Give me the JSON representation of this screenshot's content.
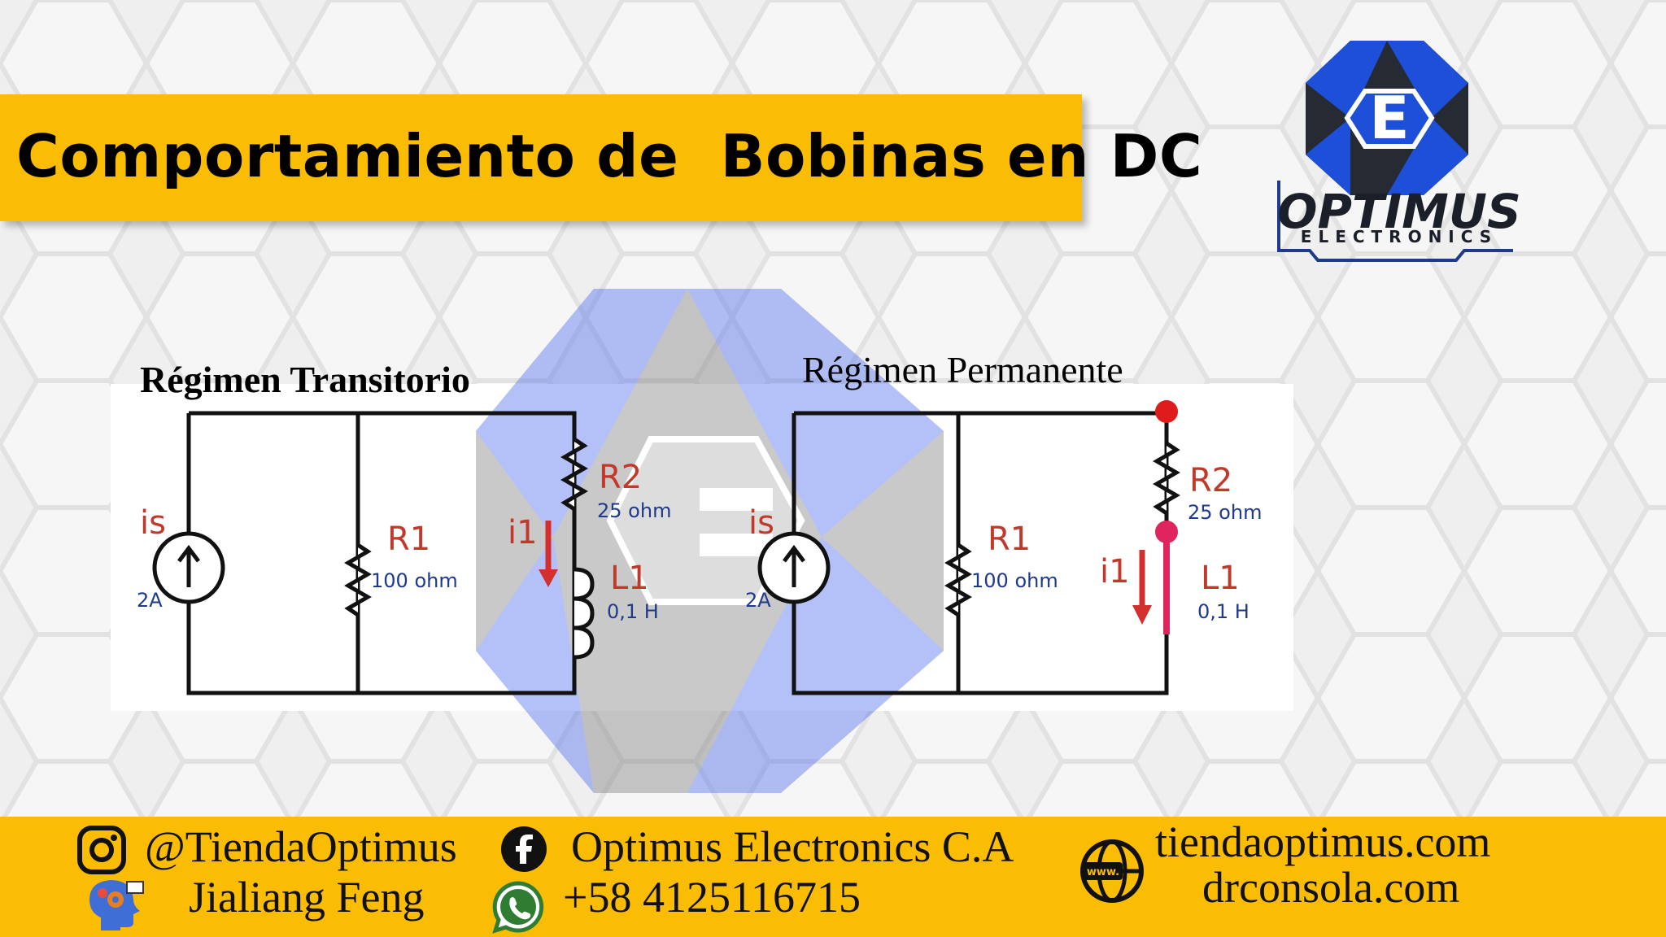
{
  "slide": {
    "title": "Comportamiento de  Bobinas en DC"
  },
  "logo": {
    "brand": "OPTIMUS",
    "tagline": "ELECTRONICS",
    "emblem_letter": "E",
    "colors": {
      "blue": "#1e4fd8",
      "dark": "#262a33"
    }
  },
  "diagrams": {
    "transitorio": {
      "heading": "Régimen Transitorio",
      "source_label": "is",
      "source_value": "2A",
      "r1_label": "R1",
      "r1_value": "100 ohm",
      "r2_label": "R2",
      "r2_value": "25 ohm",
      "l1_label": "L1",
      "l1_value": "0,1 H",
      "current_label": "i1"
    },
    "permanente": {
      "heading": "Régimen Permanente",
      "source_label": "is",
      "source_value": "2A",
      "r1_label": "R1",
      "r1_value": "100 ohm",
      "r2_label": "R2",
      "r2_value": "25 ohm",
      "l1_label": "L1",
      "l1_value": "0,1 H",
      "current_label": "i1"
    }
  },
  "footer": {
    "instagram": "@TiendaOptimus",
    "facebook": "Optimus Electronics C.A",
    "website1": "tiendaoptimus.com",
    "website2": "drconsola.com",
    "author": "Jialiang Feng",
    "whatsapp": "+58 4125116715",
    "www_badge": "www."
  },
  "colors": {
    "banner": "#fbbc04",
    "label_red": "#c0392b",
    "value_blue": "#1e3a8a",
    "short_pink": "#e0245e"
  }
}
